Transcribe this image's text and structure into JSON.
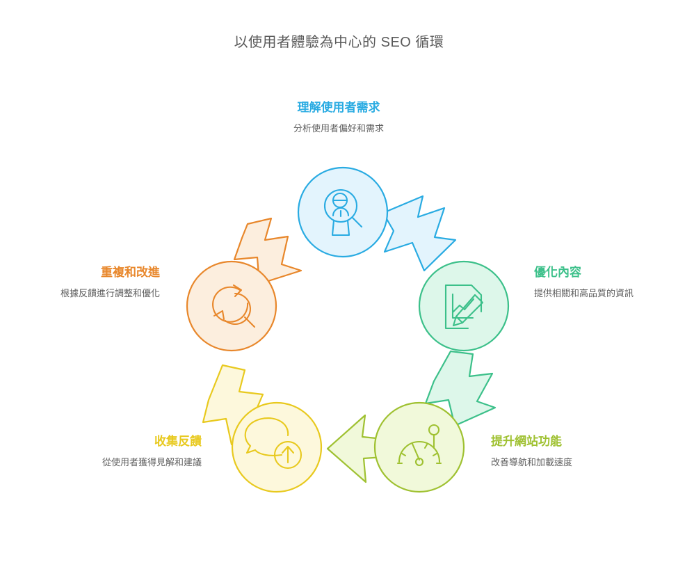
{
  "page": {
    "title": "以使用者體驗為中心的 SEO 循環",
    "background_color": "#ffffff",
    "title_color": "#5a5a5a"
  },
  "diagram": {
    "type": "cycle",
    "direction": "clockwise",
    "step_count": 5,
    "steps": [
      {
        "id": "understand",
        "index": 1,
        "title": "理解使用者需求",
        "description": "分析使用者偏好和需求",
        "icon": "user-search-icon",
        "position": "top",
        "color": "#29abe2",
        "fill": "#e3f4fd",
        "label_align": "center"
      },
      {
        "id": "optimize",
        "index": 2,
        "title": "優化內容",
        "description": "提供相關和高品質的資訊",
        "icon": "document-edit-chart-icon",
        "position": "right",
        "color": "#3cc08a",
        "fill": "#ddf7ea",
        "label_align": "left"
      },
      {
        "id": "enhance",
        "index": 3,
        "title": "提升網站功能",
        "description": "改善導航和加載速度",
        "icon": "speedometer-icon",
        "position": "bottom-right",
        "color": "#9fc131",
        "fill": "#f1f9da",
        "label_align": "left"
      },
      {
        "id": "feedback",
        "index": 4,
        "title": "收集反饋",
        "description": "從使用者獲得見解和建議",
        "icon": "speech-bubble-arrow-icon",
        "position": "bottom-left",
        "color": "#e8c91e",
        "fill": "#fdf8dc",
        "label_align": "right"
      },
      {
        "id": "iterate",
        "index": 5,
        "title": "重複和改進",
        "description": "根據反饋進行調整和優化",
        "icon": "refresh-search-icon",
        "position": "left",
        "color": "#e8872b",
        "fill": "#fceede",
        "label_align": "right"
      }
    ],
    "arrows": [
      {
        "from": "understand",
        "to": "optimize",
        "color": "#29abe2",
        "fill": "#e3f4fd"
      },
      {
        "from": "optimize",
        "to": "enhance",
        "color": "#3cc08a",
        "fill": "#ddf7ea"
      },
      {
        "from": "enhance",
        "to": "feedback",
        "color": "#9fc131",
        "fill": "#f1f9da"
      },
      {
        "from": "feedback",
        "to": "iterate",
        "color": "#e8c91e",
        "fill": "#fdf8dc"
      },
      {
        "from": "iterate",
        "to": "understand",
        "color": "#e8872b",
        "fill": "#fceede"
      }
    ]
  }
}
